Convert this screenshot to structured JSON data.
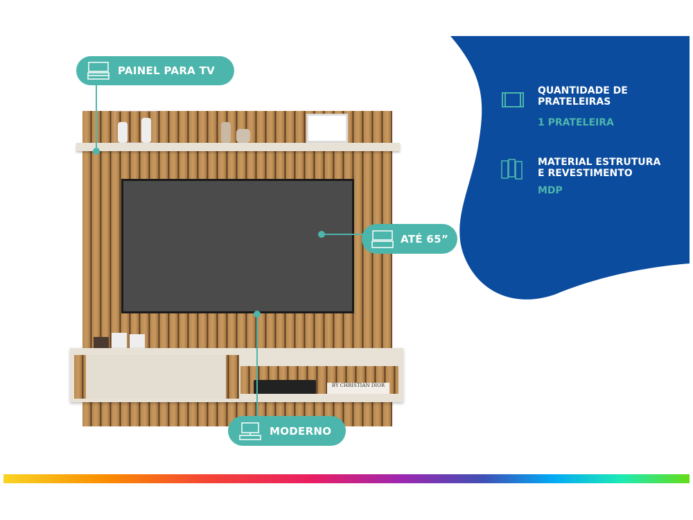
{
  "callouts": {
    "panel": "PAINEL PARA TV",
    "tv_size": "ATÉ 65”",
    "style": "MODERNO"
  },
  "specs": [
    {
      "title_line1": "QUANTIDADE DE",
      "title_line2": "PRATELEIRAS",
      "value": "1 PRATELEIRA",
      "icon": "shelf-icon"
    },
    {
      "title_line1": "MATERIAL ESTRUTURA",
      "title_line2": "E REVESTIMENTO",
      "value": "MDP",
      "icon": "panels-icon"
    }
  ],
  "product_photo": {
    "book_text": "BY CHRISTIAN DIOR"
  },
  "colors": {
    "blue": "#0b4c9e",
    "teal": "#4db6ac",
    "cream": "#e8e1d6",
    "wood": "#b88a52"
  }
}
